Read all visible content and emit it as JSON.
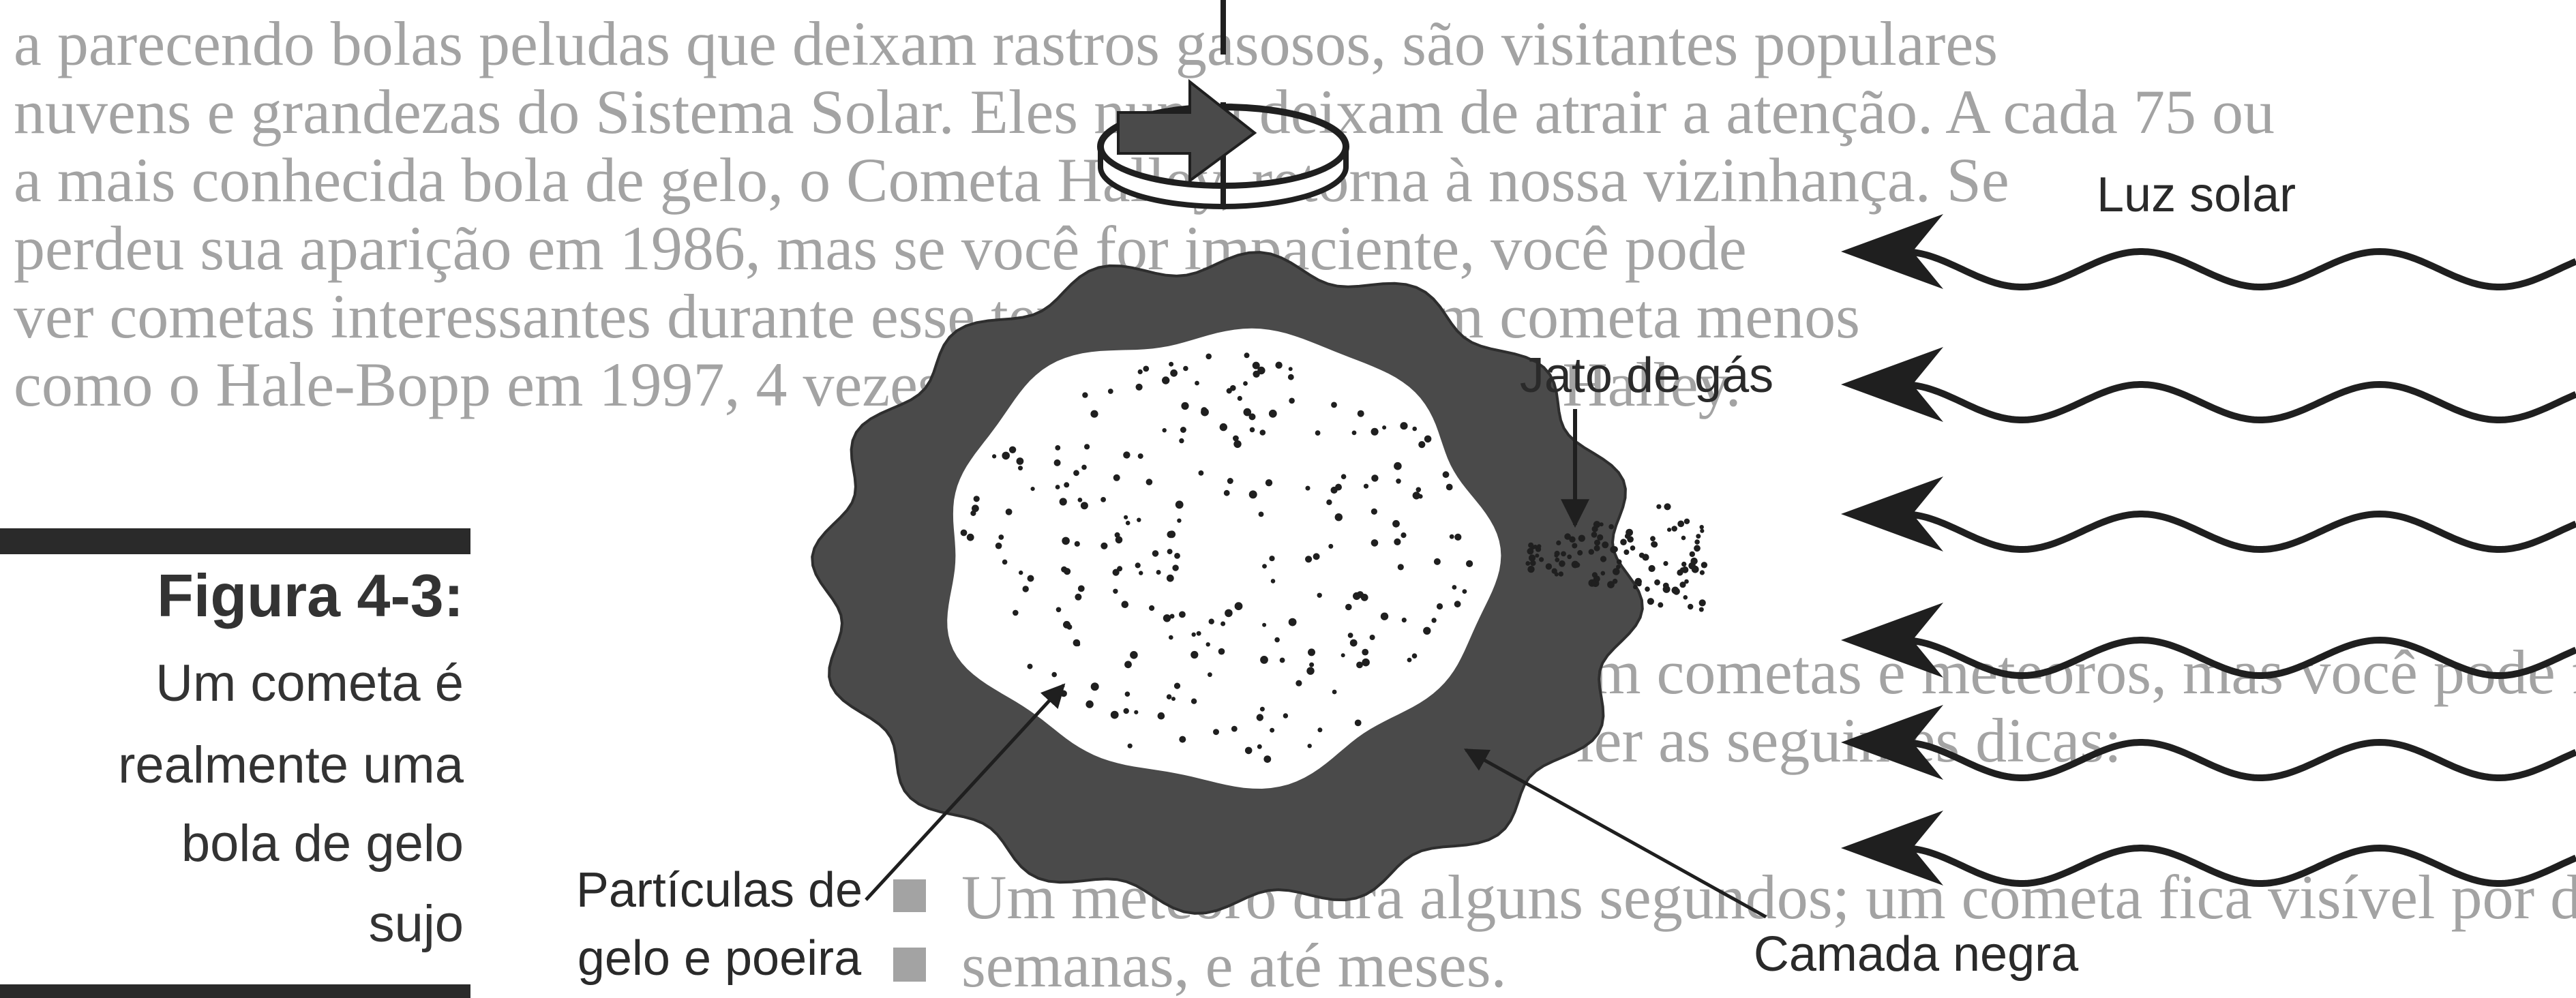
{
  "background_text": [
    "a parecendo bolas peludas que deixam rastros gasosos, são visitantes populares",
    "nuvens e grandezas do Sistema Solar. Eles nunca deixam de atrair a atenção. A cada 75 ou",
    "a mais conhecida bola de gelo, o Cometa Halley, retorna à nossa vizinhança. Se",
    "perdeu sua aparição em 1986, mas se você for impaciente, você pode",
    "ver cometas interessantes durante esse tempo. Observe um cometa menos",
    "como o Hale-Bopp em 1997, 4 vezes mais brilhante do que o Halley.",
    "Muitas pessoas confundem cometas e meteoros, mas você pode facilmente",
    "distingui-los depois que ler as seguintes dicas:",
    "Um meteoro dura alguns segundos; um cometa fica visível por dias,",
    "semanas, e até meses."
  ],
  "caption": {
    "title": "Figura 4-3:",
    "lines": [
      "Um cometa é",
      "realmente uma",
      "bola de gelo",
      "sujo"
    ]
  },
  "figure": {
    "labels": {
      "sunlight": "Luz solar",
      "gas_jet": "Jato de gás",
      "particles_line1": "Partículas de",
      "particles_line2": "gelo e poeira",
      "black_layer": "Camada negra"
    },
    "colors": {
      "crust": "#4a4a4a",
      "ink": "#1f1f1f",
      "background_text": "#a3a3a3"
    },
    "icons": [
      "rotation-arrow-icon",
      "sunlight-wave-arrow-icon"
    ]
  }
}
